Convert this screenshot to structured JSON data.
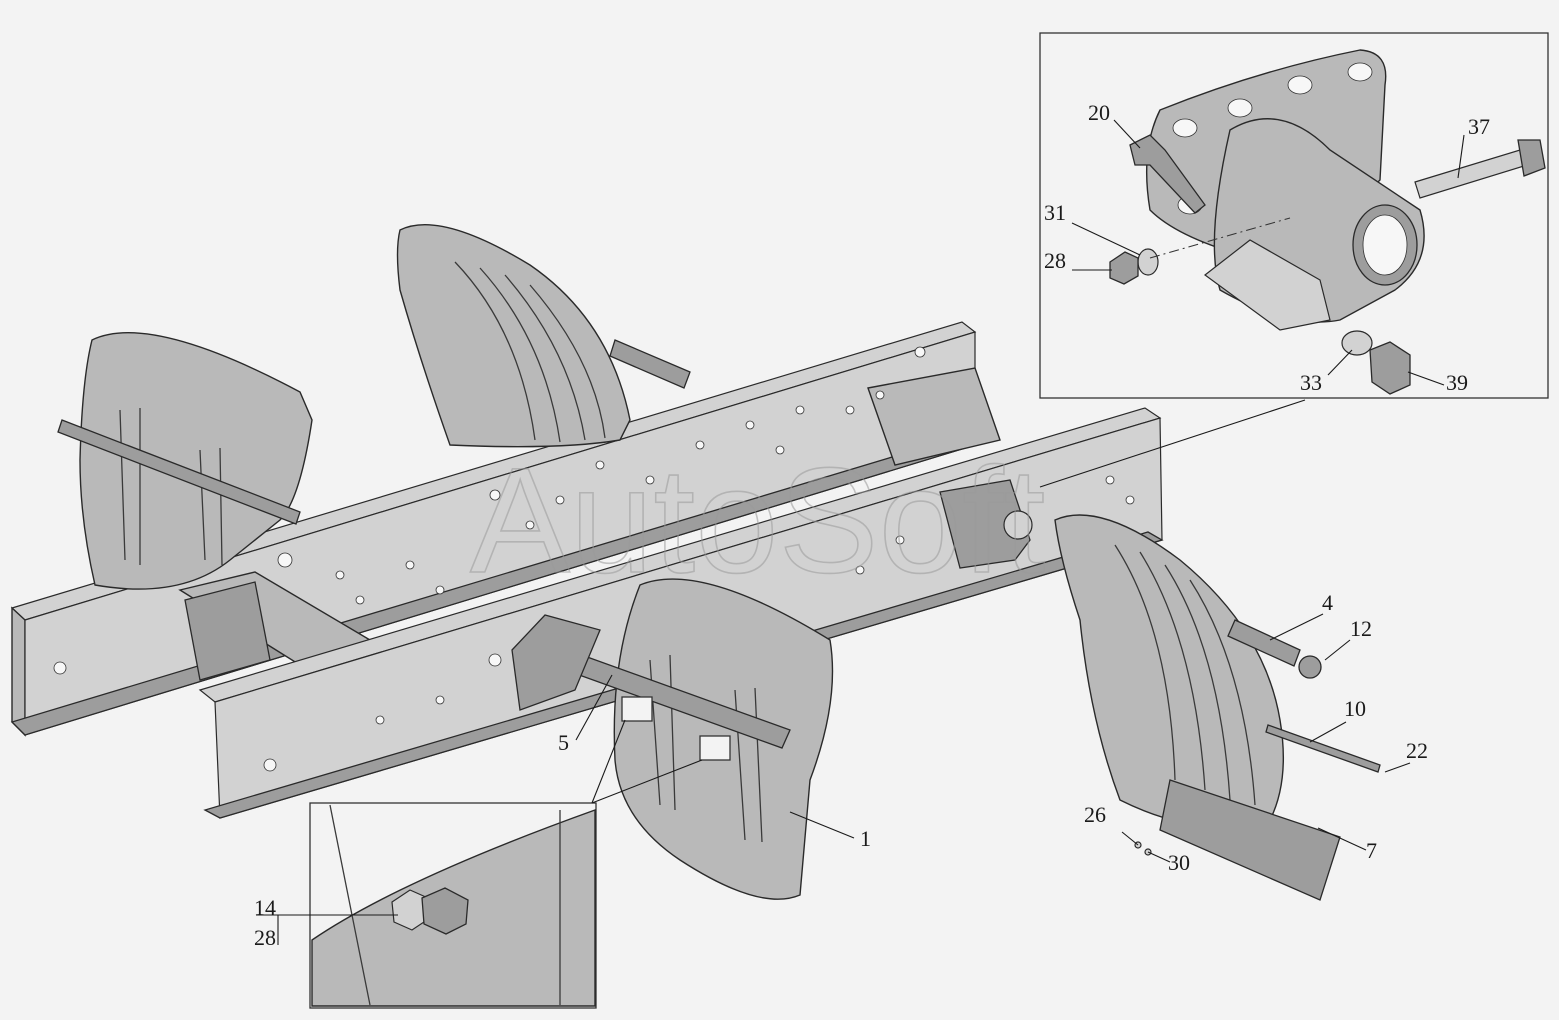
{
  "watermark": "AutoSoft",
  "callouts": {
    "c1": "1",
    "c4": "4",
    "c5": "5",
    "c7": "7",
    "c10": "10",
    "c12": "12",
    "c14": "14",
    "c20": "20",
    "c22": "22",
    "c26": "26",
    "c28_detail": "28",
    "c28_inset": "28",
    "c30": "30",
    "c31": "31",
    "c33": "33",
    "c37": "37",
    "c39": "39"
  }
}
